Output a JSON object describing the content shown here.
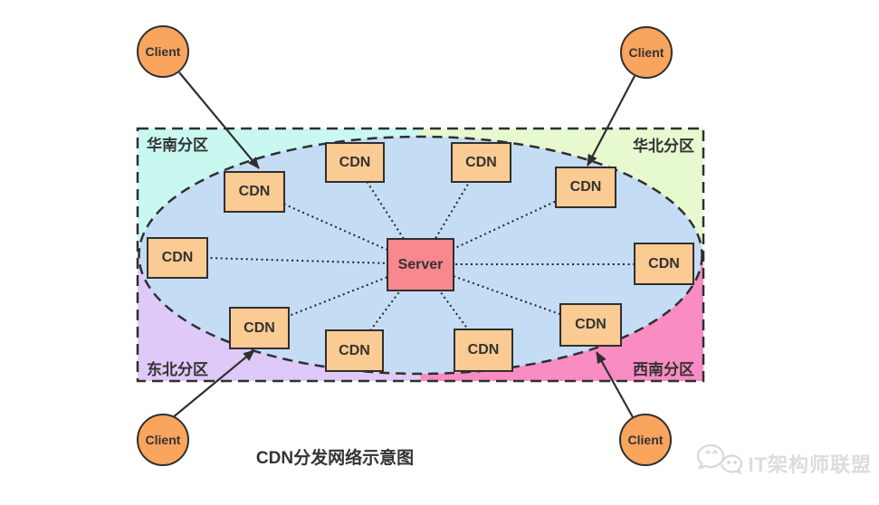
{
  "title": "CDN分发网络示意图",
  "watermark": {
    "label": "IT架构师联盟"
  },
  "diagram": {
    "node_labels": {
      "server": "Server",
      "cdn": "CDN",
      "client": "Client"
    },
    "regions": [
      {
        "id": "south",
        "label": "华南分区",
        "color": "#C9F8F0"
      },
      {
        "id": "north",
        "label": "华北分区",
        "color": "#E6F9CF"
      },
      {
        "id": "northeast",
        "label": "东北分区",
        "color": "#DFC9F8"
      },
      {
        "id": "southwest",
        "label": "西南分区",
        "color": "#F98CC3"
      }
    ],
    "colors": {
      "ellipse": "#C5DCF5",
      "server": "#F9878F",
      "cdn": "#FACB92",
      "client": "#F9A55E",
      "stroke": "#2F2F2F"
    }
  }
}
